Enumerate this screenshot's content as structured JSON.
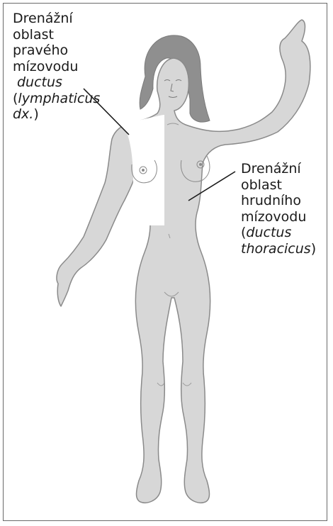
{
  "labels": {
    "right_lymphatic_duct": {
      "line1": "Drenážní",
      "line2": "oblast",
      "line3": "pravého",
      "line4": "mízovodu",
      "latin1": "ductus",
      "latin2": "lymphaticus",
      "latin3": "dx.",
      "open_paren": "(",
      "close_paren": ")"
    },
    "thoracic_duct": {
      "line1": "Drenážní",
      "line2": "oblast",
      "line3": "hrudního",
      "line4": "mízovodu",
      "latin1": "ductus",
      "latin2": "thoracicus",
      "open_paren": "(",
      "close_paren": ")"
    }
  },
  "colors": {
    "body_fill": "#d7d7d7",
    "drainage_right_fill": "#ffffff",
    "outline": "#8a8a8a",
    "hair": "#8f8f8f",
    "frame": "#6a6a6a",
    "text": "#1a1a1a"
  }
}
